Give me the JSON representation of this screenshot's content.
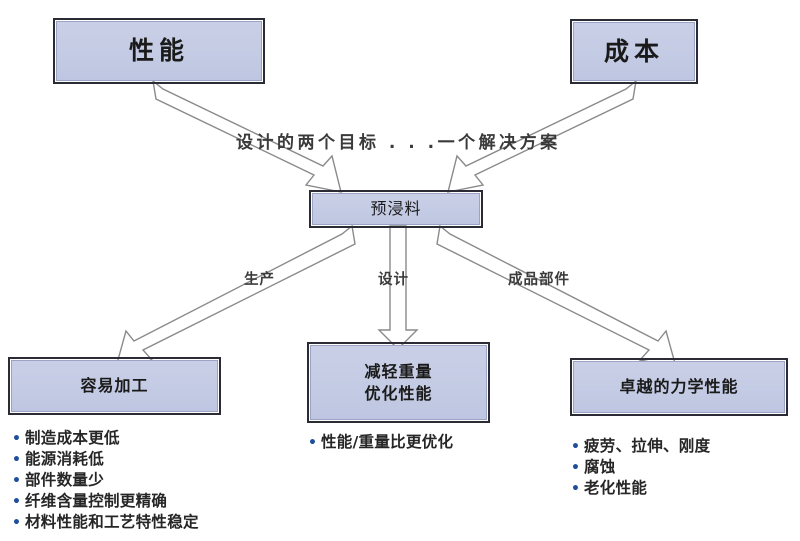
{
  "diagram": {
    "title_caption": "设计的两个目标 . . .一个解决方案",
    "accent_color": "#1f4e9c",
    "box_fill": "#c4cbe4",
    "box_border": "#2b2b35",
    "arrow_stroke": "#8a8a8a",
    "top_nodes": [
      {
        "id": "performance",
        "label": "性能"
      },
      {
        "id": "cost",
        "label": "成本"
      }
    ],
    "center_node": {
      "id": "prepreg",
      "label": "预浸料"
    },
    "edge_labels": [
      {
        "id": "manufacturing",
        "label": "生产"
      },
      {
        "id": "design",
        "label": "设计"
      },
      {
        "id": "finished-part",
        "label": "成品部件"
      }
    ],
    "outcomes": [
      {
        "id": "easy-processing",
        "lines": [
          "容易加工"
        ],
        "bullets": [
          "制造成本更低",
          "能源消耗低",
          "部件数量少",
          "纤维含量控制更精确",
          "材料性能和工艺特性稳定"
        ]
      },
      {
        "id": "weight-performance",
        "lines": [
          "减轻重量",
          "优化性能"
        ],
        "bullets": [
          "性能/重量比更优化"
        ]
      },
      {
        "id": "mechanical-performance",
        "lines": [
          "卓越的力学性能"
        ],
        "bullets": [
          "疲劳、拉伸、刚度",
          "腐蚀",
          "老化性能"
        ]
      }
    ]
  }
}
